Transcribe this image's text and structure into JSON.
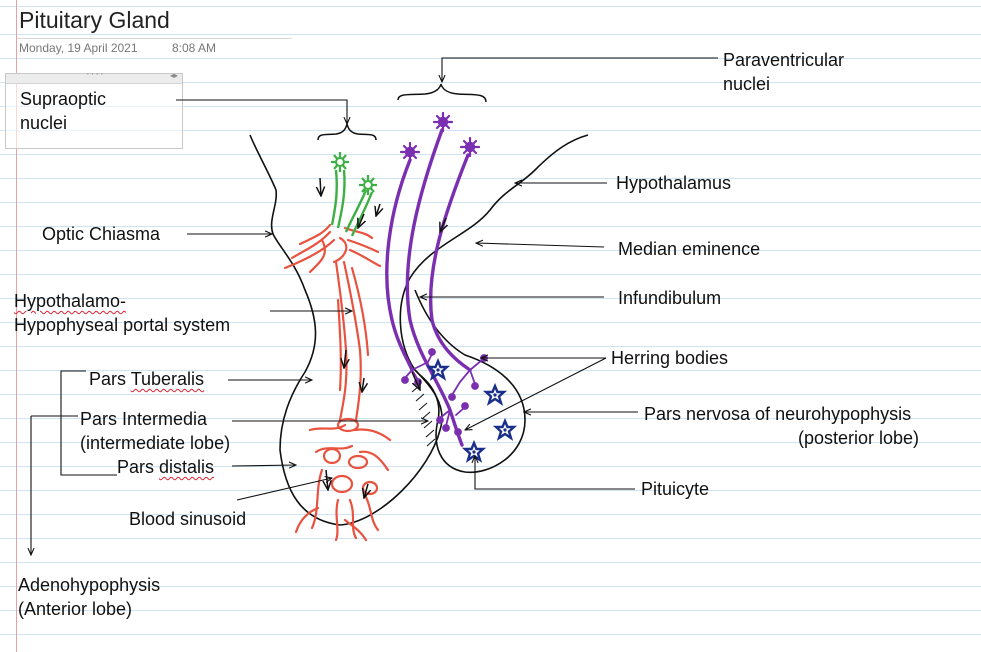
{
  "page": {
    "title": "Pituitary Gland",
    "date": "Monday, 19 April 2021",
    "time": "8:08 AM"
  },
  "labels": {
    "supraoptic_line1": "Supraoptic",
    "supraoptic_line2": "nuclei",
    "paraventricular_line1": "Paraventricular",
    "paraventricular_line2": "nuclei",
    "hypothalamus": "Hypothalamus",
    "median_eminence": "Median eminence",
    "optic_chiasma": "Optic Chiasma",
    "infundibulum": "Infundibulum",
    "portal_line1": "Hypothalamo-",
    "portal_line2": "Hypophyseal portal system",
    "herring_bodies": "Herring bodies",
    "pars_tuberalis_prefix": "Pars ",
    "pars_tuberalis_word": "Tuberalis",
    "pars_intermedia_line1": "Pars Intermedia",
    "pars_intermedia_line2": "(intermediate lobe)",
    "pars_distalis_prefix": "Pars ",
    "pars_distalis_word": "distalis",
    "pars_nervosa_line1": "Pars nervosa of neurohypophysis",
    "pars_nervosa_line2": "(posterior lobe)",
    "pituicyte": "Pituicyte",
    "blood_sinusoid": "Blood sinusoid",
    "adeno_line1": "Adenohypophysis",
    "adeno_line2": "(Anterior lobe)"
  },
  "colors": {
    "vessels": "#e8523f",
    "supraoptic_neurons": "#3cb043",
    "paraventricular_neurons": "#7a2fb0",
    "pituicytes": "#1a2f8a",
    "outline": "#111111"
  }
}
